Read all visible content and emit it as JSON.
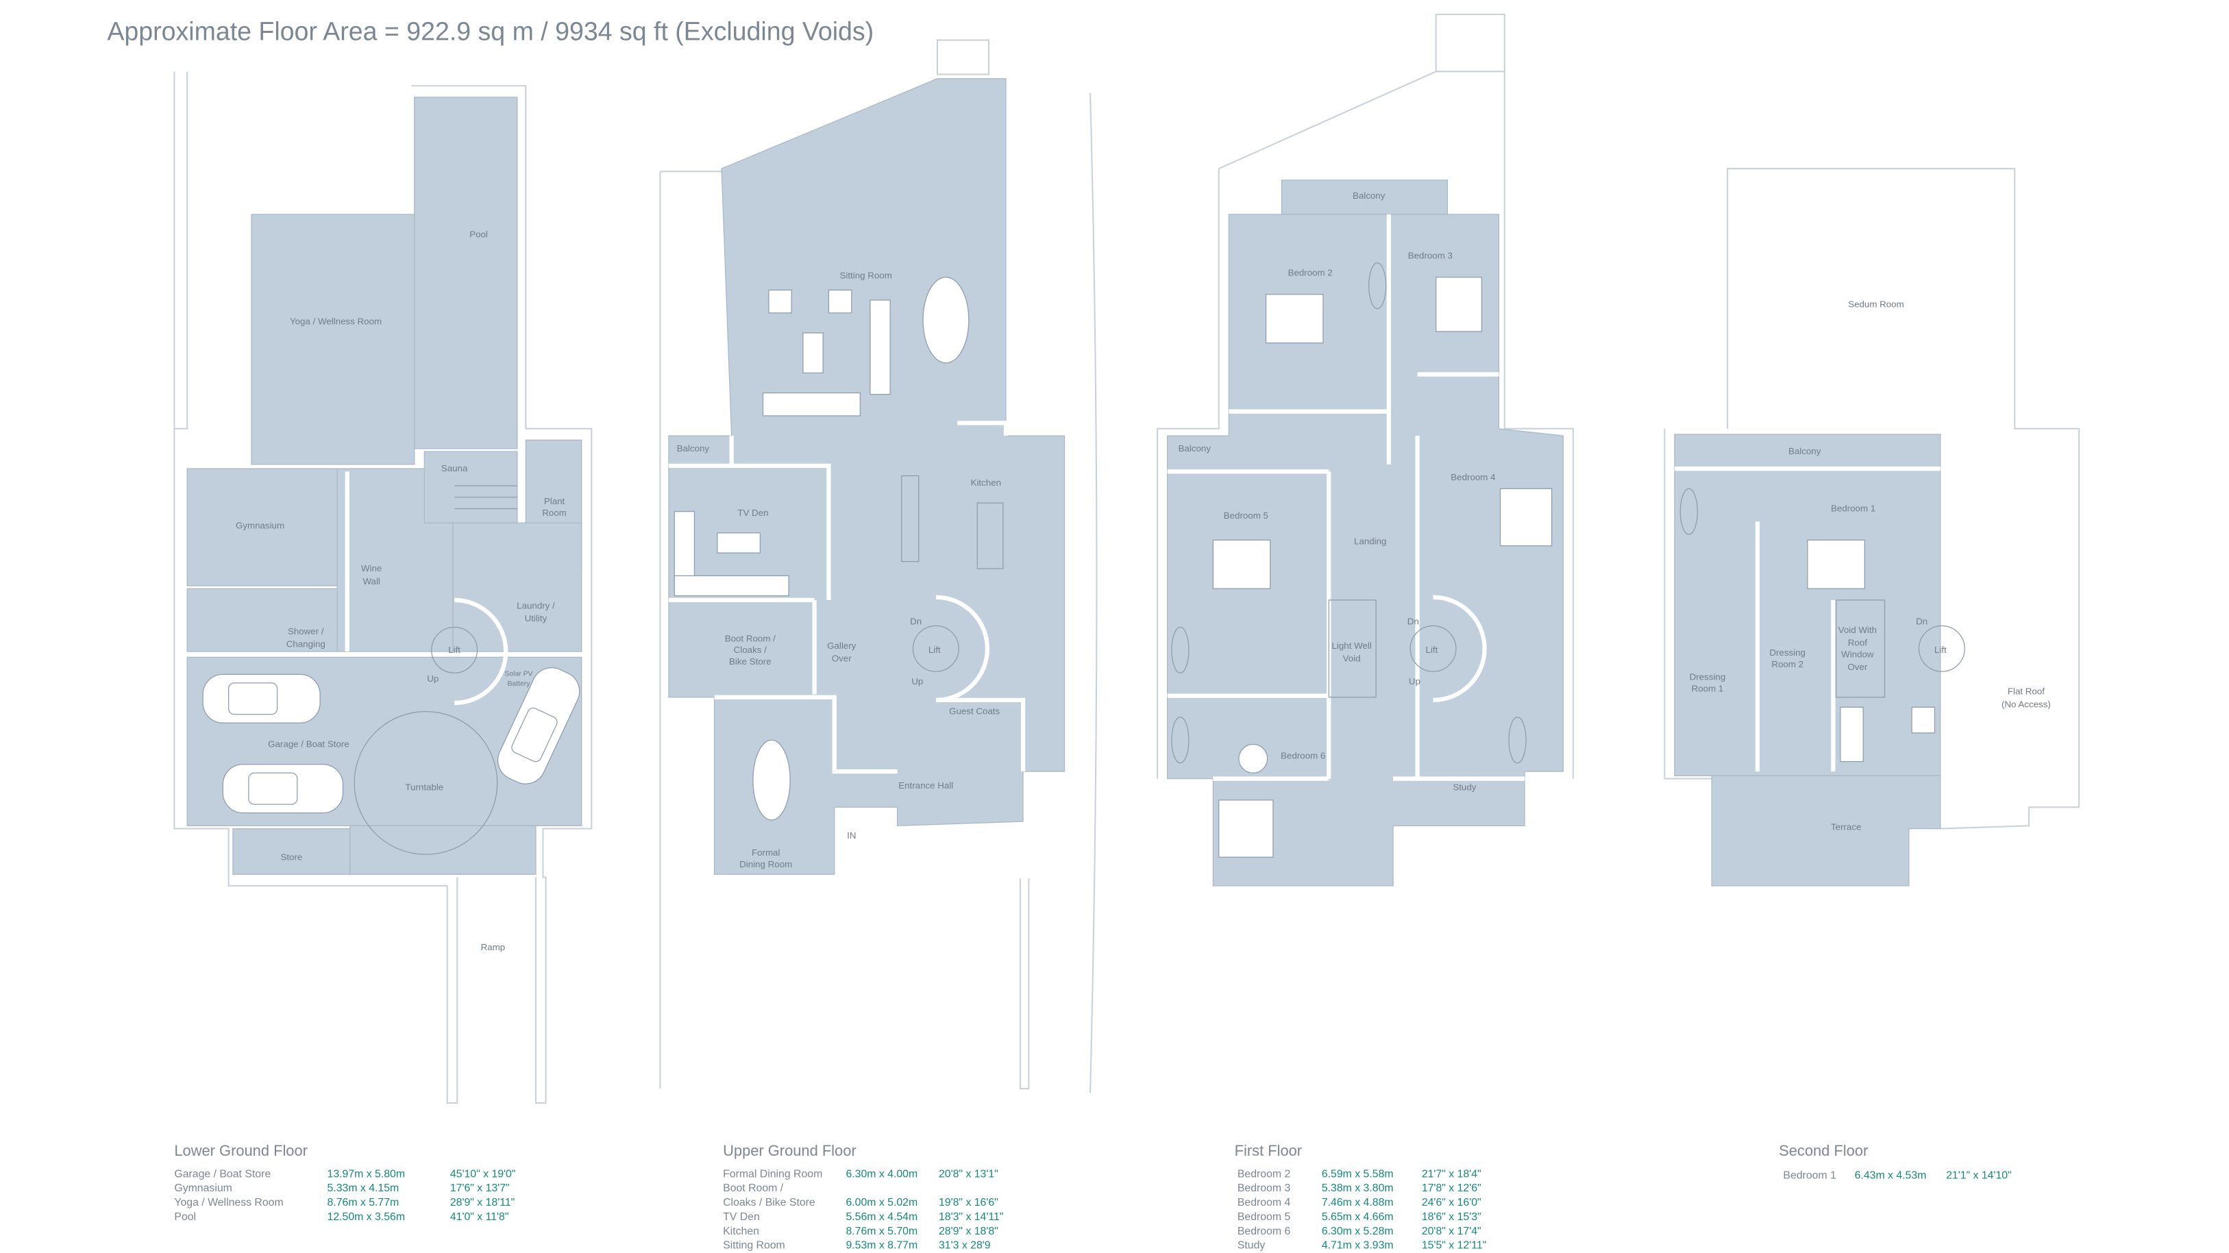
{
  "header": {
    "title": "Approximate Floor Area = 922.9 sq m / 9934 sq ft (Excluding Voids)"
  },
  "colors": {
    "room_fill": "#c1cfdc",
    "text": "#6f7b88",
    "dimension_text": "#14897a",
    "title_text": "#7c8794"
  },
  "plans": {
    "lower_ground": {
      "pool": "Pool",
      "yoga": "Yoga / Wellness Room",
      "sauna": "Sauna",
      "plant": [
        "Plant",
        "Room"
      ],
      "gymnasium": "Gymnasium",
      "wine": [
        "Wine",
        "Wall"
      ],
      "laundry": [
        "Laundry /",
        "Utility"
      ],
      "shower": [
        "Shower /",
        "Changing"
      ],
      "lift": "Lift",
      "up": "Up",
      "solar": [
        "Solar PV",
        "Battery"
      ],
      "garage": "Garage / Boat Store",
      "turntable": "Turntable",
      "store": "Store",
      "ramp": "Ramp"
    },
    "upper_ground": {
      "sitting": "Sitting Room",
      "kitchen": "Kitchen",
      "tv": "TV Den",
      "balcony": "Balcony",
      "boot": [
        "Boot Room /",
        "Cloaks /",
        "Bike Store"
      ],
      "gallery": [
        "Gallery",
        "Over"
      ],
      "lift": "Lift",
      "dn": "Dn",
      "up": "Up",
      "coats": "Guest Coats",
      "entrance": "Entrance Hall",
      "dining": [
        "Formal",
        "Dining Room"
      ],
      "in": "IN"
    },
    "first": {
      "balcony_top": "Balcony",
      "bed2": "Bedroom 2",
      "bed3": "Bedroom 3",
      "balcony_side": "Balcony",
      "bed5": "Bedroom 5",
      "landing": "Landing",
      "bed4": "Bedroom 4",
      "lightwell": [
        "Light Well",
        "Void"
      ],
      "lift": "Lift",
      "dn": "Dn",
      "up": "Up",
      "bed6": "Bedroom 6",
      "study": "Study"
    },
    "second": {
      "sedum": "Sedum Room",
      "balcony": "Balcony",
      "bed1": "Bedroom 1",
      "dress1": [
        "Dressing",
        "Room 1"
      ],
      "dress2": [
        "Dressing",
        "Room 2"
      ],
      "void": [
        "Void With",
        "Roof",
        "Window",
        "Over"
      ],
      "lift": "Lift",
      "dn": "Dn",
      "flatroof": [
        "Flat Roof",
        "(No Access)"
      ],
      "terrace": "Terrace"
    }
  },
  "schedules": [
    {
      "floor": "Lower Ground Floor",
      "rows": [
        {
          "name": "Garage / Boat Store",
          "metric": "13.97m x 5.80m",
          "imperial": "45'10\" x 19'0\""
        },
        {
          "name": "Gymnasium",
          "metric": "5.33m x 4.15m",
          "imperial": "17'6\" x 13'7\""
        },
        {
          "name": "Yoga / Wellness Room",
          "metric": "8.76m x 5.77m",
          "imperial": "28'9\" x 18'11\""
        },
        {
          "name": "Pool",
          "metric": "12.50m x 3.56m",
          "imperial": "41'0\" x 11'8\""
        }
      ]
    },
    {
      "floor": "Upper Ground Floor",
      "rows": [
        {
          "name": "Formal Dining Room",
          "metric": "6.30m x 4.00m",
          "imperial": "20'8\" x 13'1\""
        },
        {
          "name": "Boot Room /",
          "metric": "",
          "imperial": ""
        },
        {
          "name": "Cloaks / Bike Store",
          "metric": "6.00m x 5.02m",
          "imperial": "19'8\" x 16'6\""
        },
        {
          "name": "TV Den",
          "metric": "5.56m x 4.54m",
          "imperial": "18'3\" x 14'11\""
        },
        {
          "name": "Kitchen",
          "metric": "8.76m x 5.70m",
          "imperial": "28'9\" x 18'8\""
        },
        {
          "name": "Sitting Room",
          "metric": "9.53m x 8.77m",
          "imperial": "31'3 x 28'9"
        }
      ]
    },
    {
      "floor": "First Floor",
      "rows": [
        {
          "name": "Bedroom 2",
          "metric": "6.59m x 5.58m",
          "imperial": "21'7\" x 18'4\""
        },
        {
          "name": "Bedroom 3",
          "metric": "5.38m x 3.80m",
          "imperial": "17'8\" x 12'6\""
        },
        {
          "name": "Bedroom 4",
          "metric": "7.46m x 4.88m",
          "imperial": "24'6\" x 16'0\""
        },
        {
          "name": "Bedroom 5",
          "metric": "5.65m x 4.66m",
          "imperial": "18'6\" x 15'3\""
        },
        {
          "name": "Bedroom 6",
          "metric": "6.30m x 5.28m",
          "imperial": "20'8\" x 17'4\""
        },
        {
          "name": "Study",
          "metric": "4.71m x 3.93m",
          "imperial": "15'5\" x 12'11\""
        }
      ]
    },
    {
      "floor": "Second Floor",
      "rows": [
        {
          "name": "Bedroom 1",
          "metric": "6.43m x 4.53m",
          "imperial": "21'1\" x 14'10\""
        }
      ]
    }
  ]
}
